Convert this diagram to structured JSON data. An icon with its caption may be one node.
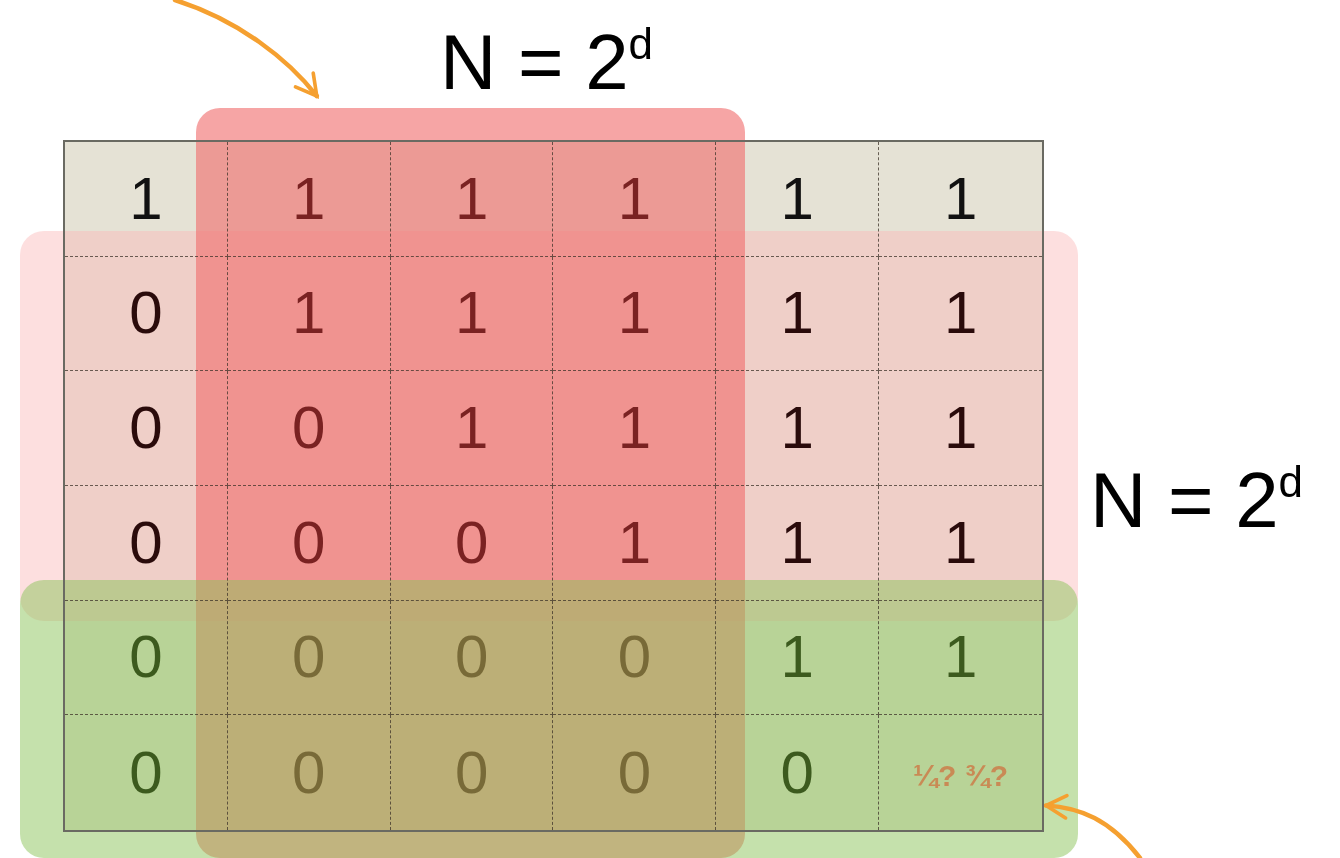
{
  "diagram": {
    "nodes": [
      {
        "text": [],
        "shape": "box"
      },
      {
        "text": [
          "¼? ¾?"
        ]
      }
    ],
    "edges": [
      {
        "from": null,
        "to": 0,
        "arrow": "to"
      },
      {
        "from": null,
        "to": 1,
        "arrow": "to"
      }
    ],
    "labels": [
      "N = 2$^{d}$",
      "N = 2$^{d}$",
      "1",
      "1",
      "1",
      "1",
      "1",
      "1",
      "0",
      "1",
      "1",
      "1",
      "1",
      "1",
      "0",
      "0",
      "1",
      "1",
      "1",
      "1",
      "0",
      "0",
      "0",
      "1",
      "1",
      "1",
      "0",
      "0",
      "0",
      "0",
      "1",
      "1",
      "0",
      "0",
      "0",
      "0",
      "0"
    ]
  }
}
